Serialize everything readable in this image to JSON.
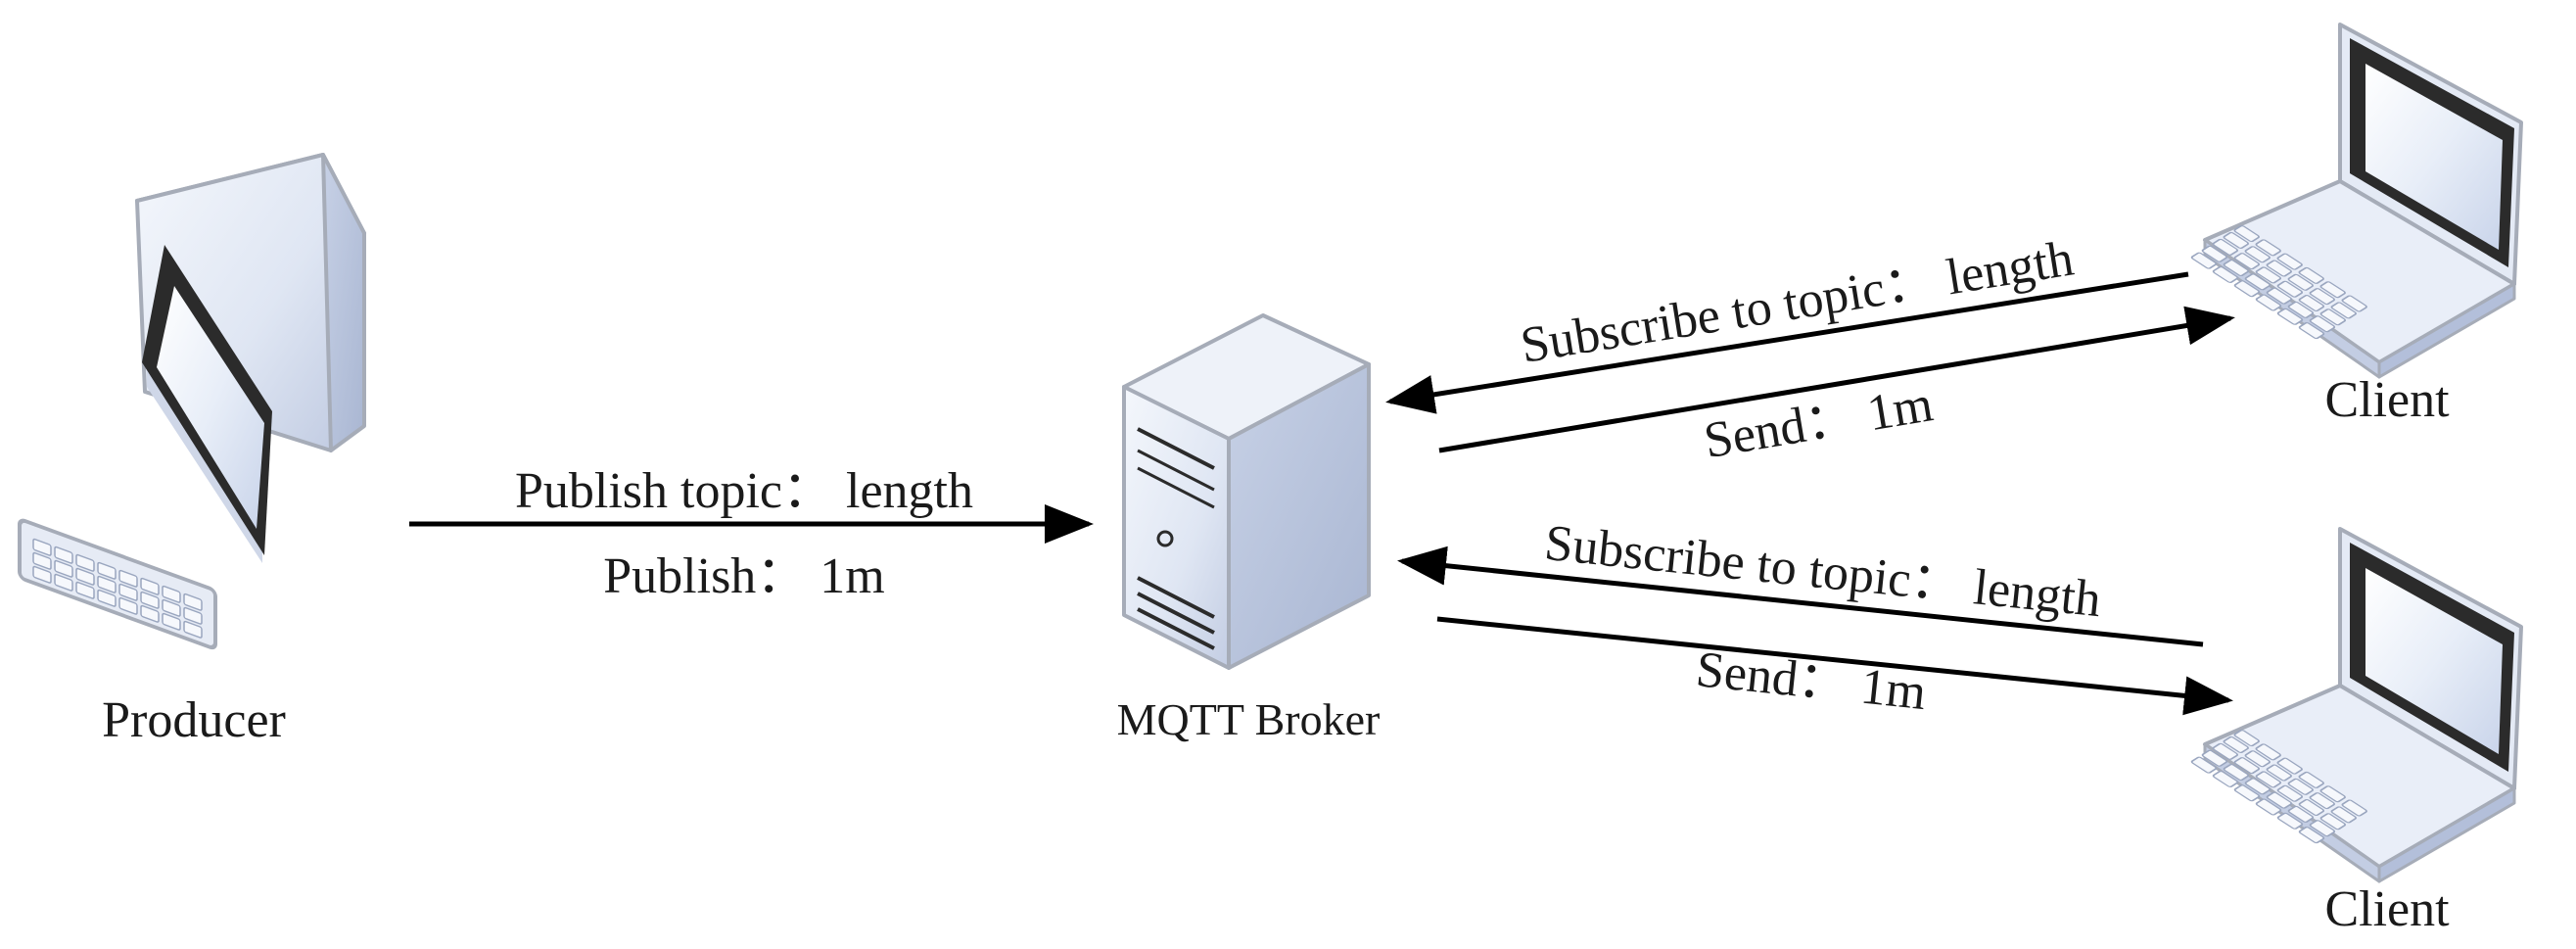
{
  "nodes": {
    "producer": {
      "label": "Producer",
      "icon": "desktop-computer-icon"
    },
    "broker": {
      "label": "MQTT Broker",
      "icon": "server-tower-icon"
    },
    "client_top": {
      "label": "Client",
      "icon": "laptop-icon"
    },
    "client_bottom": {
      "label": "Client",
      "icon": "laptop-icon"
    }
  },
  "edges": {
    "producer_to_broker": {
      "label_top": "Publish topic： length",
      "label_bottom": "Publish： 1m"
    },
    "client_top_subscribe": {
      "label": "Subscribe to topic： length"
    },
    "client_top_send": {
      "label": "Send： 1m"
    },
    "client_bottom_subscribe": {
      "label": "Subscribe to topic： length"
    },
    "client_bottom_send": {
      "label": "Send： 1m"
    }
  },
  "colors": {
    "device_face": "#dfe6f3",
    "device_light": "#f4f7fc",
    "device_dark": "#b8c4dc",
    "device_edge": "#a6acb8",
    "screen_frame": "#2b2b2b",
    "line": "#000000"
  }
}
